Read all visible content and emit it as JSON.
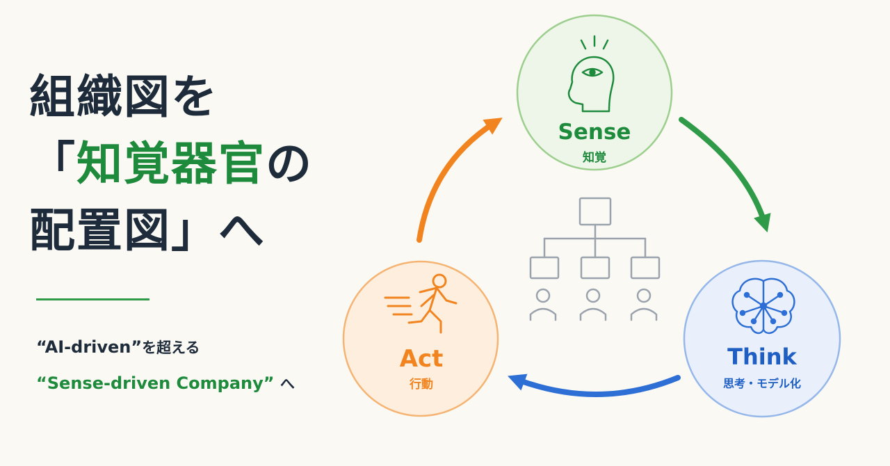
{
  "headline": {
    "line1": "組織図を",
    "line2_open": "「",
    "line2_green": "知覚器官",
    "line2_tail": "の",
    "line3": "配置図」へ"
  },
  "tagline": {
    "line1_main": "“AI-driven”",
    "line1_tail": "を超える",
    "line2_main": "“Sense-driven Company”",
    "line2_tail": "へ"
  },
  "nodes": {
    "sense": {
      "title": "Sense",
      "subtitle": "知覚"
    },
    "think": {
      "title": "Think",
      "subtitle": "思考・モデル化"
    },
    "act": {
      "title": "Act",
      "subtitle": "行動"
    }
  },
  "colors": {
    "sense": "#2f9a47",
    "think": "#2e6fd6",
    "act": "#f2841f",
    "ink": "#1d2b3a",
    "org_chart": "#9aa3ad"
  },
  "icons": {
    "sense": "head-eye-icon",
    "think": "brain-network-icon",
    "act": "running-person-icon",
    "center": "org-chart-icon"
  }
}
